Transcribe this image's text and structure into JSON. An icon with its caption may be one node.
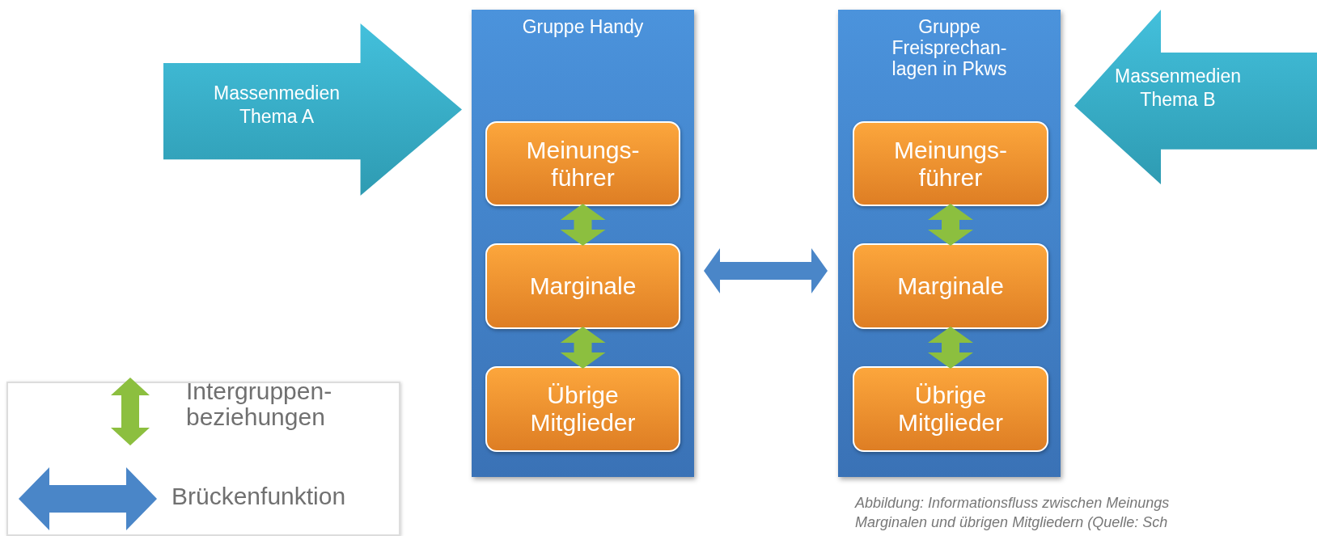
{
  "diagram": {
    "caption": "Abbildung: Informationsfluss zwischen Meinungs Marginalen und übrigen Mitgliedern (Quelle: Sch",
    "nodes": [
      {
        "text": [
          "Massenmedien Thema A"
        ]
      },
      {
        "text": [
          "Gruppe Handy"
        ]
      },
      {
        "text": [
          "Meinungs- führer"
        ],
        "in": 1
      },
      {
        "text": [
          "Marginale"
        ],
        "in": 1
      },
      {
        "text": [
          "Übrige Mitglieder"
        ],
        "in": 1
      },
      {
        "text": [
          "Gruppe Freisprechan- lagen in Pkws"
        ]
      },
      {
        "text": [
          "Meinungs- führer"
        ],
        "in": 5
      },
      {
        "text": [
          "Marginale"
        ],
        "in": 5
      },
      {
        "text": [
          "Übrige Mitglieder"
        ],
        "in": 5
      },
      {
        "text": [
          "Massenmedien Thema B"
        ]
      }
    ],
    "edges": [
      {
        "from": 2,
        "to": 3,
        "arrow": "both"
      },
      {
        "from": 3,
        "to": 4,
        "arrow": "both"
      },
      {
        "from": 1,
        "to": 5,
        "arrow": "both",
        "color": "#4a86c8"
      },
      {
        "from": 6,
        "to": 7,
        "arrow": "both"
      },
      {
        "from": 7,
        "to": 8,
        "arrow": "both"
      }
    ],
    "legend": [
      {
        "text": "Intergruppen- beziehungen"
      },
      {
        "text": "Brückenfunktion"
      }
    ]
  }
}
